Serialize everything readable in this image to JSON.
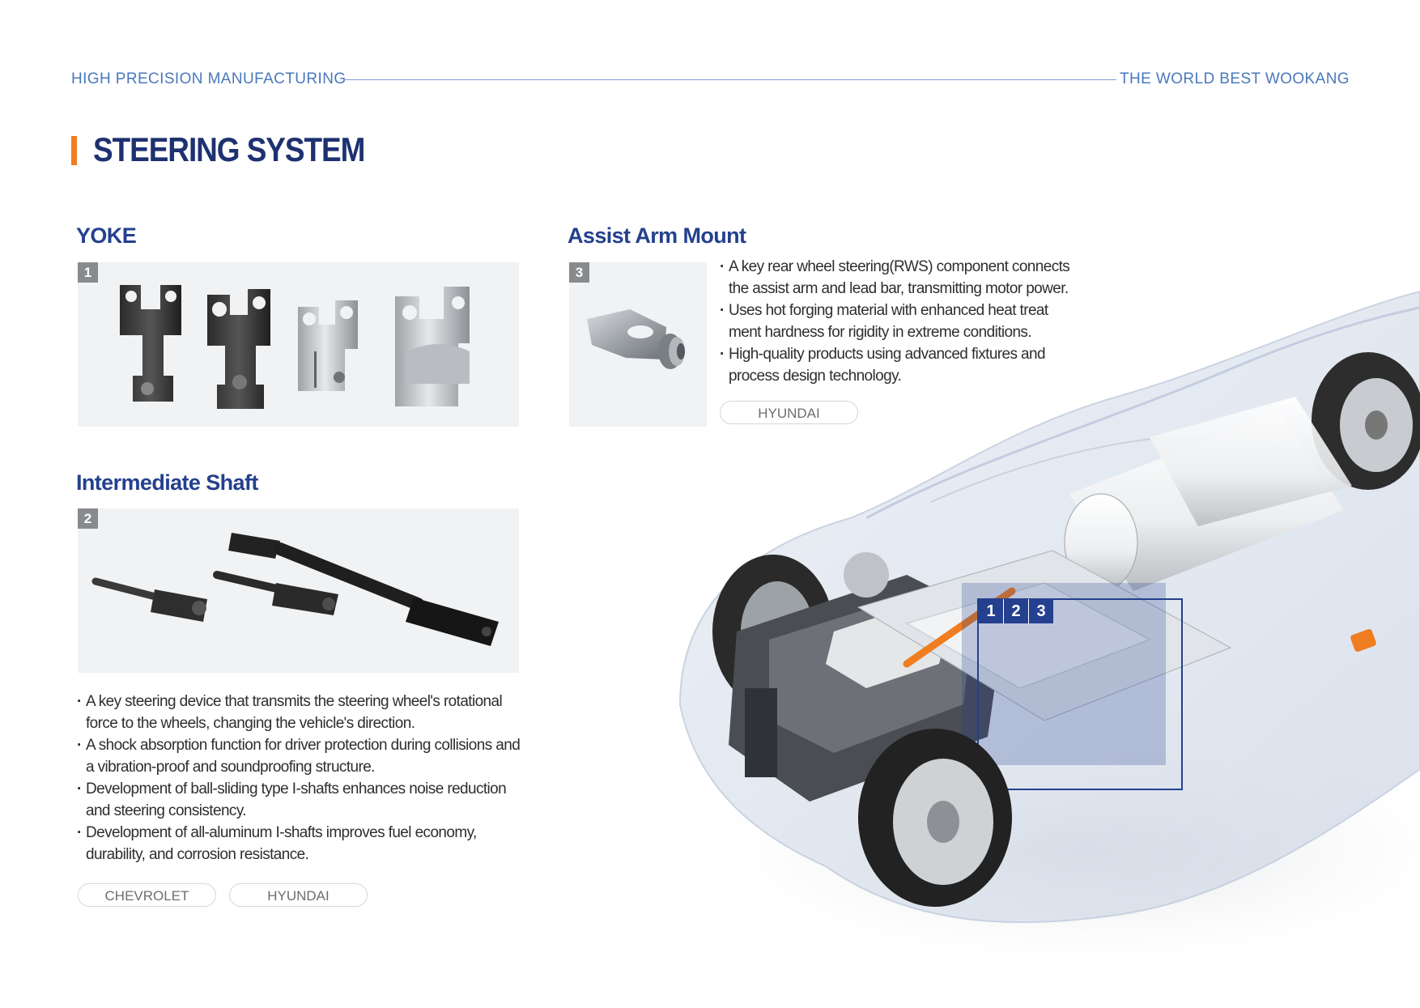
{
  "header": {
    "left_text": "HIGH PRECISION MANUFACTURING",
    "right_text": "THE WORLD BEST WOOKANG"
  },
  "page_title": "STEERING SYSTEM",
  "sections": {
    "yoke": {
      "title": "YOKE",
      "number": "1"
    },
    "intermediate_shaft": {
      "title": "Intermediate Shaft",
      "number": "2",
      "bullets": [
        "A key steering device that transmits the steering wheel's rotational force to the wheels, changing the vehicle's direction.",
        "A shock absorption function for driver protection during collisions and a vibration-proof and soundproofing structure.",
        "Development of ball-sliding type I-shafts enhances noise reduction and steering consistency.",
        "Development of all-aluminum I-shafts improves fuel economy, durability, and corrosion resistance."
      ],
      "tags": [
        "CHEVROLET",
        "HYUNDAI"
      ]
    },
    "assist_arm_mount": {
      "title": "Assist Arm Mount",
      "number": "3",
      "bullets": [
        "A key rear wheel steering(RWS) component connects the assist arm and lead bar, transmitting motor power.",
        "Uses hot forging material with enhanced heat treat ment hardness for rigidity in extreme conditions.",
        "High-quality products using advanced fixtures and process design technology."
      ],
      "tags": [
        "HYUNDAI"
      ]
    }
  },
  "car_callout": {
    "numbers": [
      "1",
      "2",
      "3"
    ]
  },
  "colors": {
    "accent_blue": "#24408e",
    "header_blue": "#4a78bd",
    "title_navy": "#1e3171",
    "title_bar_orange": "#f07d1f",
    "badge_gray": "#888a8d",
    "panel_bg": "#f1f2f4"
  }
}
